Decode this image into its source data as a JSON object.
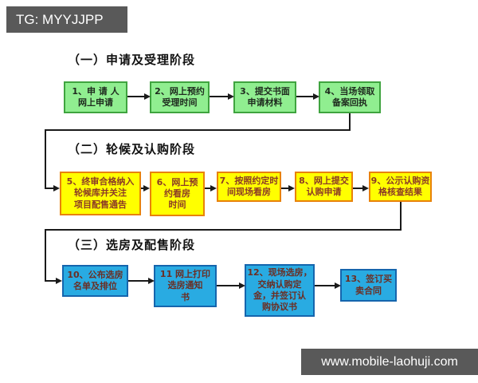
{
  "watermarks": {
    "top": "TG: MYYJJPP",
    "bottom": "www.mobile-laohuji.com"
  },
  "colors": {
    "banner_bg": "#595959",
    "banner_text": "#FFFFFF",
    "stage1_fill": "#90EE90",
    "stage1_border": "#3FA43F",
    "stage2_fill": "#FFFF00",
    "stage2_border": "#E8820A",
    "stage2_text": "#8B3A26",
    "stage3_fill": "#29ABE2",
    "stage3_border": "#1565AD",
    "stage3_text": "#6B2E23",
    "connector": "#1A1A1A"
  },
  "stages": [
    {
      "title": "（一）申请及受理阶段",
      "boxes": [
        {
          "text": "1、申 请 人\n网上申请"
        },
        {
          "text": "2、网上预约\n受理时间"
        },
        {
          "text": "3、提交书面\n申请材料"
        },
        {
          "text": "4、当场领取\n备案回执"
        }
      ]
    },
    {
      "title": "（二）轮候及认购阶段",
      "boxes": [
        {
          "text": "5、终审合格纳入\n轮候库并关注\n项目配售通告"
        },
        {
          "text": "6、网上预\n约看房\n时间"
        },
        {
          "text": "7、按照约定时\n间现场看房"
        },
        {
          "text": "8、网上提交\n认购申请"
        },
        {
          "text": "9、公示认购资\n格核查结果"
        }
      ]
    },
    {
      "title": "（三）选房及配售阶段",
      "boxes": [
        {
          "text": "10、公布选房\n名单及排位"
        },
        {
          "text": "11 网上打印\n选房通知\n书"
        },
        {
          "text": "12、现场选房，\n交纳认购定\n金，并签订认\n购协议书"
        },
        {
          "text": "13、签订买\n卖合同"
        }
      ]
    }
  ]
}
